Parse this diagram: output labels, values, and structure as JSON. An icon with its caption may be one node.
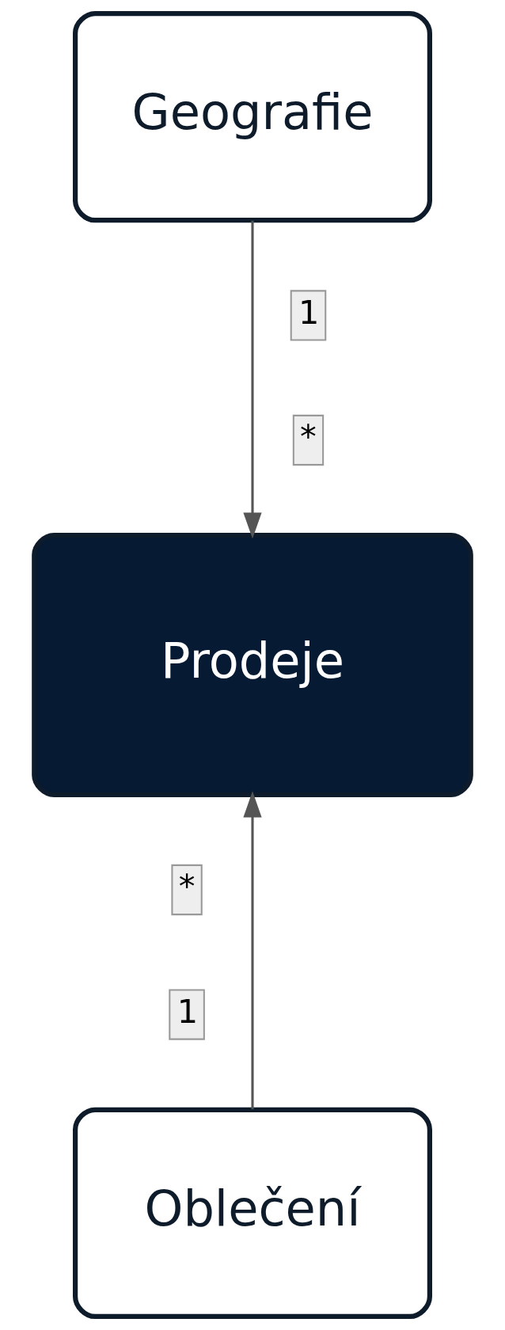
{
  "diagram": {
    "nodes": [
      {
        "text": [
          "Geografie"
        ]
      },
      {
        "text": [
          "Prodeje"
        ]
      },
      {
        "text": [
          "Oblečení"
        ]
      }
    ],
    "edges": [
      {
        "from": 0,
        "to": 1,
        "arrow": "to"
      },
      {
        "from": 2,
        "to": 1,
        "arrow": "to"
      }
    ],
    "labels": [
      "1",
      "*",
      "*",
      "1"
    ]
  }
}
